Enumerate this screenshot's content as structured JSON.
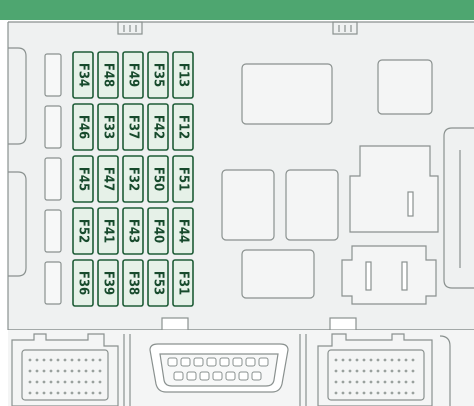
{
  "diagram": {
    "colors": {
      "background": "#ffffff",
      "panel": "#eff1f1",
      "outline": "#8a918f",
      "light_outline": "#b5bbb8",
      "fuse_fill": "#e6f1e8",
      "fuse_stroke": "#1f5c37",
      "fuse_text": "#174a2c",
      "top_band": "#4ea670"
    },
    "fuse_columns": [
      [
        "F34",
        "F46",
        "F45",
        "F52",
        "F36"
      ],
      [
        "F48",
        "F33",
        "F47",
        "F41",
        "F39"
      ],
      [
        "F49",
        "F37",
        "F32",
        "F43",
        "F38"
      ],
      [
        "F35",
        "F42",
        "F50",
        "F40",
        "F53"
      ],
      [
        "F13",
        "F12",
        "F51",
        "F44",
        "F31"
      ]
    ]
  }
}
